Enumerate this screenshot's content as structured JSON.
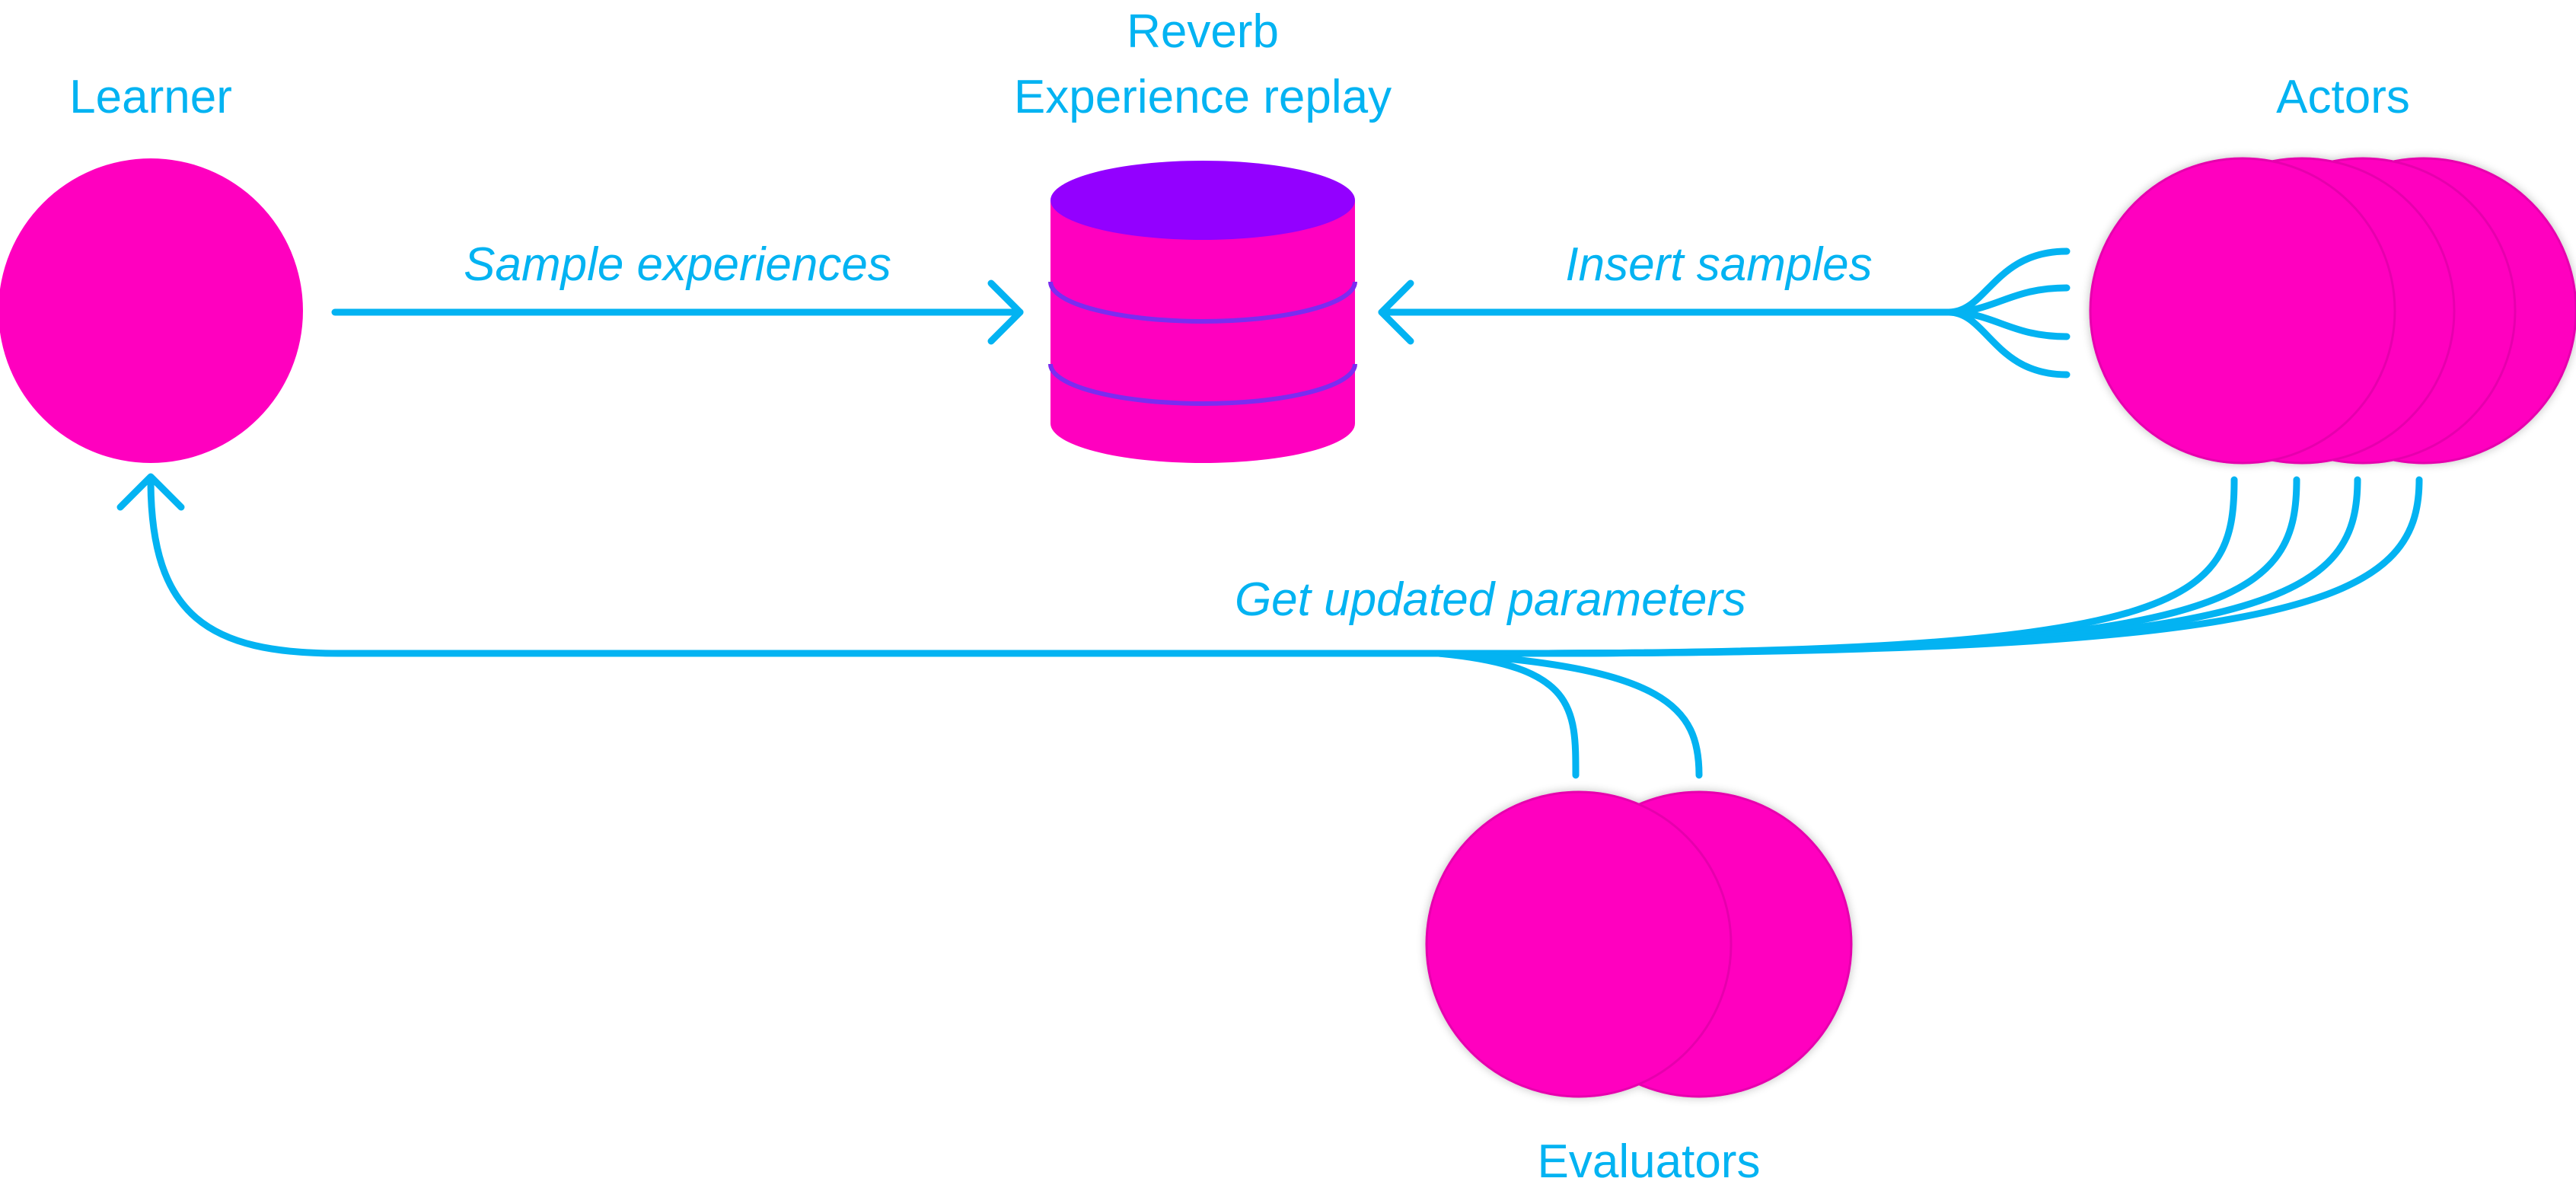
{
  "nodes": {
    "learner": {
      "label": "Learner"
    },
    "replay": {
      "label_line1": "Reverb",
      "label_line2": "Experience replay"
    },
    "actors": {
      "label": "Actors",
      "count": 4
    },
    "evaluators": {
      "label": "Evaluators",
      "count": 2
    }
  },
  "edges": {
    "sample": {
      "label": "Sample experiences"
    },
    "insert": {
      "label": "Insert samples"
    },
    "params": {
      "label": "Get updated parameters"
    }
  },
  "colors": {
    "node": "#ff00bf",
    "node_edge": "#e600ad",
    "db_top": "#9300ff",
    "db_ring": "#7b2cf0",
    "arrow": "#03b3f2",
    "text": "#03b3f2"
  }
}
